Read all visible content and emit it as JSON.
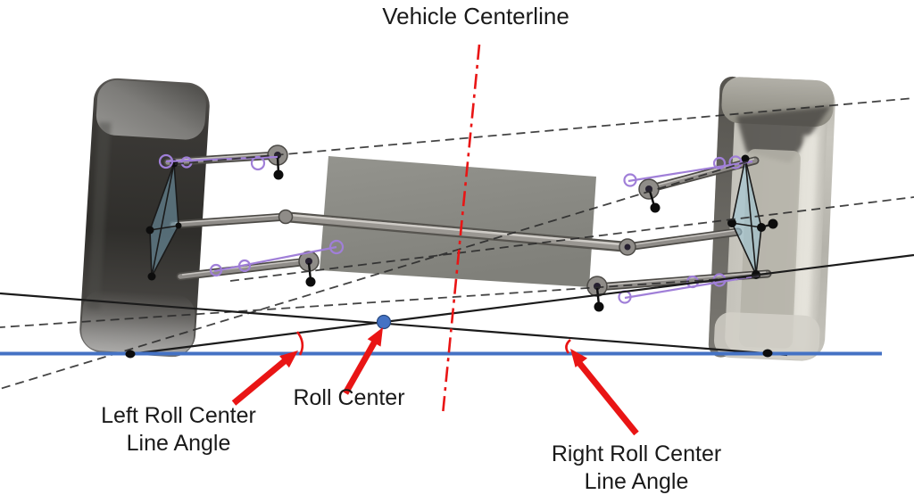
{
  "diagram": {
    "labels": {
      "title": "Vehicle Centerline",
      "roll_center": "Roll Center",
      "left_angle_1": "Left Roll Center",
      "left_angle_2": "Line Angle",
      "right_angle_1": "Right Roll Center",
      "right_angle_2": "Line Angle"
    },
    "colors": {
      "annotation_red": "#e91515",
      "ground_blue": "#4472c4",
      "joint_purple": "#a07fd8"
    }
  }
}
